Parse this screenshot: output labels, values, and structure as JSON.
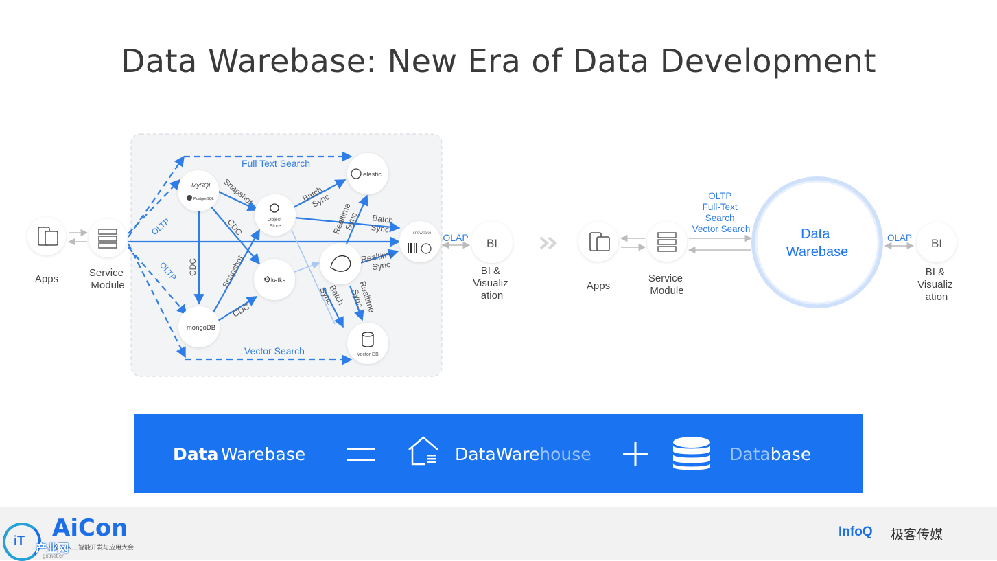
{
  "title": "Data Warebase: New Era of Data Development",
  "left": {
    "apps": "Apps",
    "service_module": [
      "Service",
      "Module"
    ],
    "oltp_top": "OLTP",
    "oltp_bottom": "OLTP",
    "full_text_search": "Full Text Search",
    "vector_search": "Vector Search",
    "snapshot_1": "Snapshot",
    "snapshot_2": "Snapshot",
    "cdc_1": "CDC",
    "cdc_2": "CDC",
    "cdc_3": "CDC",
    "batch_sync_1": [
      "Batch",
      "Sync"
    ],
    "batch_sync_2": [
      "Batch",
      "Sync"
    ],
    "batch_sync_3": [
      "Batch",
      "Sync"
    ],
    "realtime_sync_1": [
      "Realtime",
      "Sync"
    ],
    "realtime_sync_2": [
      "Realtime",
      "Sync"
    ],
    "realtime_sync_3": [
      "Realtime",
      "Sync"
    ],
    "olap": "OLAP",
    "bi": "BI",
    "bi_label": [
      "BI &",
      "Visualiz",
      "ation"
    ],
    "nodes": {
      "mysql": "MySQL",
      "postgresql": "PostgreSQL",
      "object_store": [
        "Object",
        "Store"
      ],
      "kafka": "kafka",
      "elastic": "elastic",
      "snowflake": "snowflake",
      "mongodb": "mongoDB",
      "vector_db": "Vector DB"
    }
  },
  "right": {
    "apps": "Apps",
    "service_module": [
      "Service",
      "Module"
    ],
    "oltp_lines": [
      "OLTP",
      "Full-Text",
      "Search",
      "Vector Search"
    ],
    "warebase": [
      "Data",
      "Warebase"
    ],
    "olap": "OLAP",
    "bi": "BI",
    "bi_label": [
      "BI &",
      "Visualiz",
      "ation"
    ]
  },
  "banner": {
    "data": "Data",
    "warebase": "Warebase",
    "dw_strong": "DataWare",
    "dw_faded": "house",
    "db_faded": "Data",
    "db_strong": "base"
  },
  "footer": {
    "aicon": "AiCon",
    "aicon_sub": "全球人工智能开发与应用大会",
    "it_text": "iT",
    "it_cn": "产业网",
    "it_url": "gxtnet.cn",
    "infoq": "InfoQ",
    "infoq_cn": "极客传媒"
  },
  "colors": {
    "accent": "#1a73f0",
    "arrow": "#2f7de6",
    "light_arrow": "#a9c9f5"
  }
}
